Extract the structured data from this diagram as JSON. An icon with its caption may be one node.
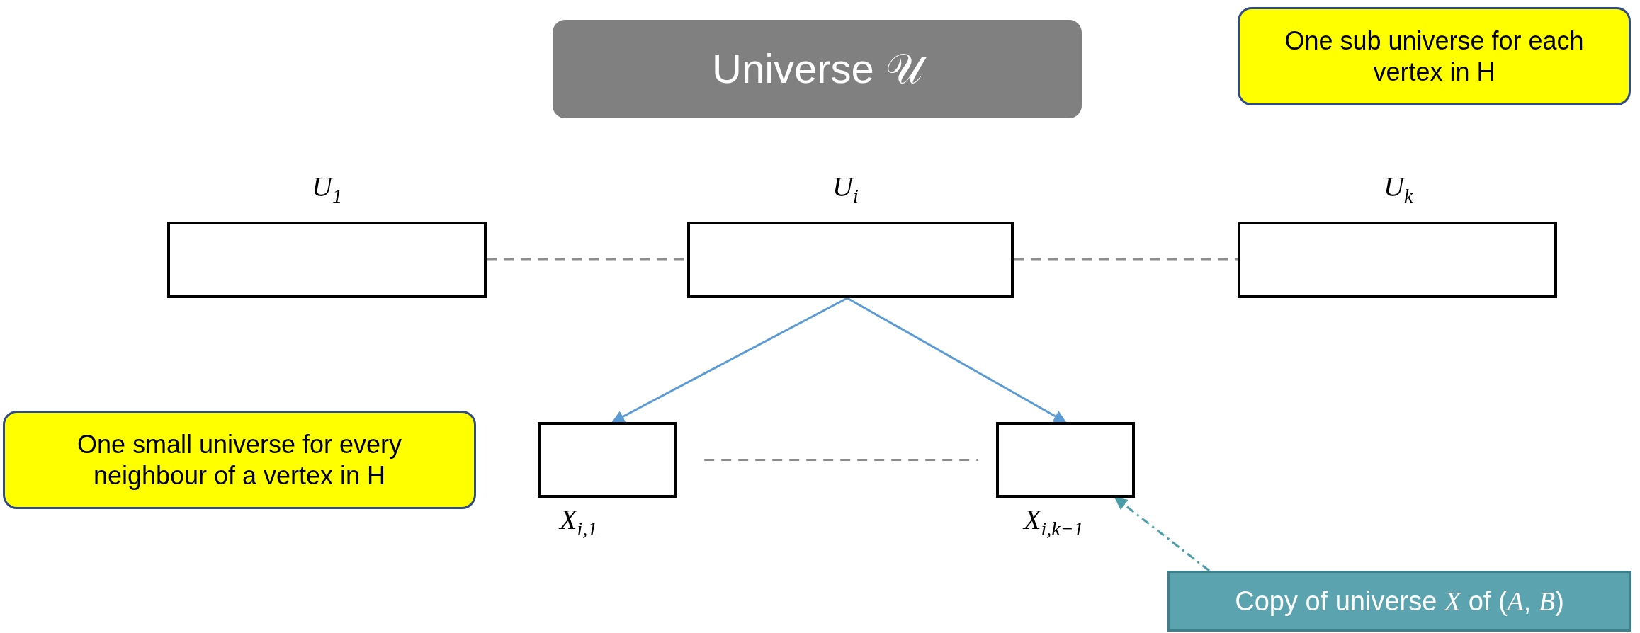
{
  "diagram": {
    "nodes": [
      {
        "text": [
          "Universe 𝒰"
        ]
      },
      {
        "text": [
          "One sub universe for each vertex in H"
        ]
      },
      {
        "text": [],
        "shape": "box",
        "beside": [
          "*U*$_{1}$"
        ]
      },
      {
        "text": [],
        "shape": "box",
        "beside": [
          "*U*$_{i}$"
        ]
      },
      {
        "text": [],
        "shape": "box",
        "beside": [
          "*U*$_{k}$"
        ]
      },
      {
        "text": [
          "One small universe for every neighbour of a vertex in H"
        ]
      },
      {
        "text": [],
        "shape": "box",
        "beside": [
          "*X*$_{i,1}$"
        ]
      },
      {
        "text": [],
        "shape": "box",
        "beside": [
          "*X*$_{i,k−1}$"
        ]
      },
      {
        "text": [
          "Copy of universe *X* of (*A*, *B*)"
        ]
      }
    ],
    "edges": [
      {
        "from": 2,
        "to": 3,
        "arrow": "none",
        "style": "dashed",
        "color": "#8c8c8c"
      },
      {
        "from": 3,
        "to": 4,
        "arrow": "none",
        "style": "dashed",
        "color": "#8c8c8c"
      },
      {
        "from": 3,
        "to": 6,
        "arrow": "to"
      },
      {
        "from": 3,
        "to": 7,
        "arrow": "to"
      },
      {
        "from": 6,
        "to": 7,
        "arrow": "none",
        "style": "dashed",
        "color": "#8c8c8c"
      },
      {
        "from": 8,
        "to": 7,
        "arrow": "to",
        "style": "dashed",
        "color": "#4a9ea8"
      }
    ]
  }
}
